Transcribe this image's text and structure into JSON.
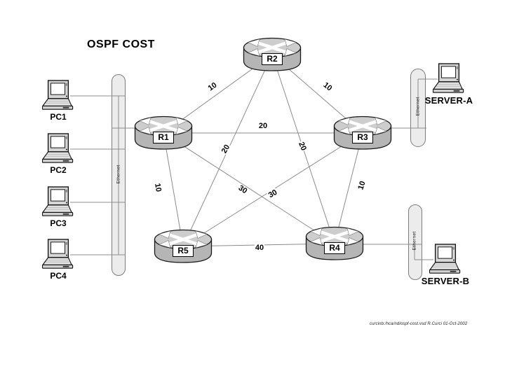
{
  "title": "OSPF COST",
  "caption": "curcinb:/hca/nd/ospf-cost.vsd  R.Curci  01-Oct-2002",
  "ethernet_label": "Ethernet",
  "routers": [
    {
      "label": "R1"
    },
    {
      "label": "R2"
    },
    {
      "label": "R3"
    },
    {
      "label": "R4"
    },
    {
      "label": "R5"
    }
  ],
  "pcs": [
    {
      "label": "PC1"
    },
    {
      "label": "PC2"
    },
    {
      "label": "PC3"
    },
    {
      "label": "PC4"
    }
  ],
  "servers": [
    {
      "label": "SERVER-A"
    },
    {
      "label": "SERVER-B"
    }
  ],
  "links": [
    {
      "from": "R1",
      "to": "R2",
      "cost": "10"
    },
    {
      "from": "R2",
      "to": "R3",
      "cost": "10"
    },
    {
      "from": "R1",
      "to": "R3",
      "cost": "20"
    },
    {
      "from": "R2",
      "to": "R5",
      "cost": "20"
    },
    {
      "from": "R2",
      "to": "R4",
      "cost": "20"
    },
    {
      "from": "R1",
      "to": "R4",
      "cost": "30"
    },
    {
      "from": "R3",
      "to": "R5",
      "cost": "30"
    },
    {
      "from": "R1",
      "to": "R5",
      "cost": "10"
    },
    {
      "from": "R3",
      "to": "R4",
      "cost": "10"
    },
    {
      "from": "R4",
      "to": "R5",
      "cost": "40"
    }
  ],
  "colors": {
    "background": "#ffffff",
    "line": "#8c8c8c",
    "router_body": "#b5b5b5",
    "router_top": "#cdcdcd",
    "cylinder": "#ececec",
    "label_box_bg": "#ffffff",
    "text": "#000000"
  }
}
